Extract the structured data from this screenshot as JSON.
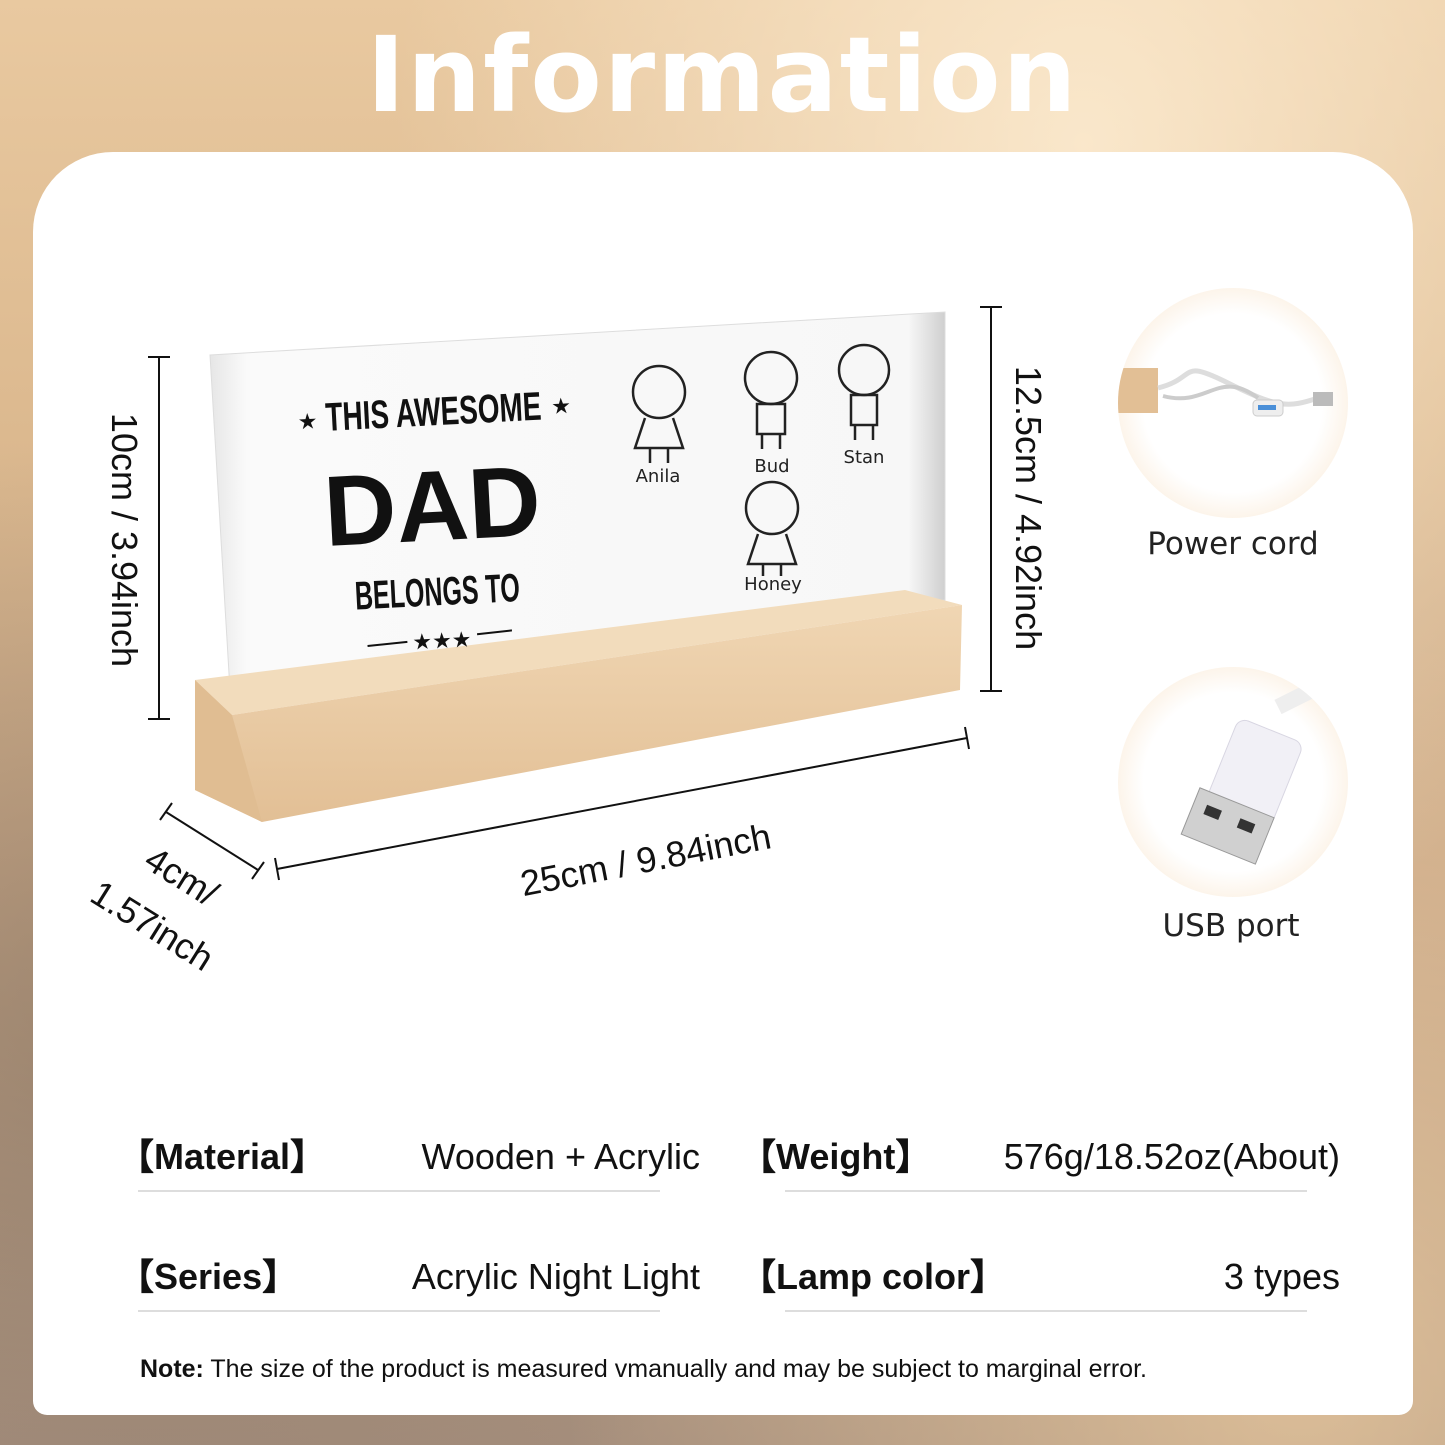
{
  "title": "Information",
  "product": {
    "panel_line1": "THIS AWESOME",
    "panel_line2": "DAD",
    "panel_line3": "BELONGS TO",
    "names": [
      "Anila",
      "Bud",
      "Stan",
      "Honey"
    ]
  },
  "dimensions": {
    "height_panel": "10cm / 3.94inch",
    "height_total": "12.5cm / 4.92inch",
    "width": "25cm / 9.84inch",
    "depth_line1": "4cm/",
    "depth_line2": "1.57inch"
  },
  "accessories": [
    {
      "label": "Power cord",
      "icon": "power-cord-icon"
    },
    {
      "label": "USB port",
      "icon": "usb-plug-icon"
    }
  ],
  "specs": [
    {
      "key": "【Material】",
      "value": "Wooden + Acrylic"
    },
    {
      "key": "【Weight】",
      "value": "576g/18.52oz(About)"
    },
    {
      "key": "【Series】",
      "value": "Acrylic Night Light"
    },
    {
      "key": "【Lamp color】",
      "value": "3 types"
    }
  ],
  "note": {
    "label": "Note:",
    "text": " The size of the product is measured vmanually and may be subject to marginal error."
  },
  "colors": {
    "wood": "#e8c9a0",
    "accent": "#f6e1c8"
  }
}
